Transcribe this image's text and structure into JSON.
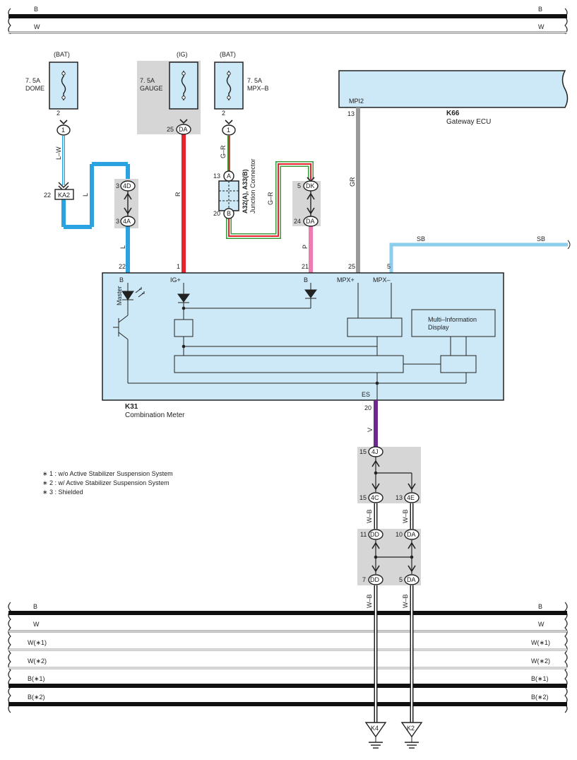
{
  "bus_top": {
    "b_left": "B",
    "b_right": "B",
    "w_left": "W",
    "w_right": "W"
  },
  "fuses": {
    "dome": {
      "source": "(BAT)",
      "l1": "7. 5A",
      "l2": "DOME",
      "pin": "2",
      "conn": "1"
    },
    "gauge": {
      "source": "(IG)",
      "l1": "7. 5A",
      "l2": "GAUGE",
      "pin": "25",
      "conn": "DA"
    },
    "mpxb": {
      "source": "(BAT)",
      "l1": "7. 5A",
      "l2": "MPX–B",
      "pin": "2",
      "conn": "1"
    }
  },
  "wires": {
    "lw": "L–W",
    "l_upper": "L",
    "l_lower": "L",
    "r": "R",
    "gr1": "G–R",
    "gr2": "G–R",
    "p": "P",
    "gr_ecu": "GR",
    "sb1": "SB",
    "sb2": "SB",
    "v": "V",
    "wb1": "W–B",
    "wb2": "W–B",
    "wb3": "W–B",
    "wb4": "W–B"
  },
  "connectors": {
    "ka2": {
      "pin": "22",
      "label": "KA2"
    },
    "c4d": {
      "pin": "3",
      "label": "4D"
    },
    "c4a": {
      "pin": "3",
      "label": "4A"
    },
    "j_a": {
      "pin": "13",
      "label": "A"
    },
    "j_b": {
      "pin": "20",
      "label": "B"
    },
    "dk": {
      "pin": "5",
      "label": "DK"
    },
    "da24": {
      "pin": "24",
      "label": "DA"
    },
    "c4j": {
      "pin": "15",
      "label": "4J"
    },
    "c4c": {
      "pin": "15",
      "label": "4C"
    },
    "c4e": {
      "pin": "13",
      "label": "4E"
    },
    "dd11": {
      "pin": "11",
      "label": "DD"
    },
    "da10": {
      "pin": "10",
      "label": "DA"
    },
    "dd7": {
      "pin": "7",
      "label": "DD"
    },
    "da5": {
      "pin": "5",
      "label": "DA"
    }
  },
  "junction": {
    "line1": "A32(A), A33(B)",
    "line2": "Junction Connector"
  },
  "gateway": {
    "id": "K66",
    "name": "Gateway ECU",
    "pin_label": "MPI2",
    "pin": "13"
  },
  "meter": {
    "id": "K31",
    "name": "Combination Meter",
    "pins": {
      "p22": "22",
      "p1": "1",
      "p21": "21",
      "p25": "25",
      "p5": "5",
      "p20": "20"
    },
    "labels": {
      "b1": "B",
      "ig": "IG+",
      "b2": "B",
      "mpxp": "MPX+",
      "mpxm": "MPX–",
      "es": "ES",
      "master": "Master"
    },
    "mid_line1": "Multi–Information",
    "mid_line2": "Display"
  },
  "notes": [
    "∗ 1 : w/o Active Stabilizer Suspension System",
    "∗ 2 : w/ Active Stabilizer Suspension System",
    "∗ 3 : Shielded"
  ],
  "bus_bottom": [
    {
      "left": "B",
      "right": "B"
    },
    {
      "left": "W",
      "right": "W"
    },
    {
      "left": "W(∗1)",
      "right": "W(∗1)"
    },
    {
      "left": "W(∗2)",
      "right": "W(∗2)"
    },
    {
      "left": "B(∗1)",
      "right": "B(∗1)"
    },
    {
      "left": "B(∗2)",
      "right": "B(∗2)"
    }
  ],
  "grounds": {
    "k4": "K4",
    "k2": "K2"
  },
  "colors": {
    "blue": "#2aa3e0",
    "red": "#e8232e",
    "gray": "#9a9a9a",
    "pink": "#f07ab3",
    "sky": "#8ccdee",
    "purple": "#6c2a8e",
    "panel": "#cde9f7",
    "shade": "#d6d6d6"
  }
}
